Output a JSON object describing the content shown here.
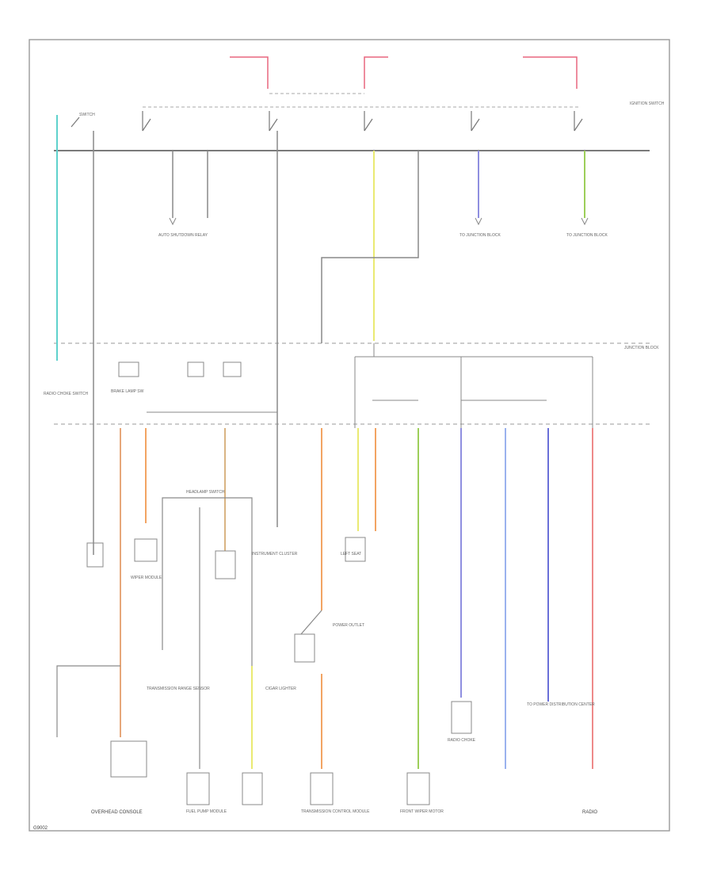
{
  "diagram": {
    "colors": {
      "border": "#9a9a9a",
      "wire_gray": "#9a9a9a",
      "wire_red": "#e8677e",
      "wire_cyan": "#5fd1cc",
      "wire_yellow": "#eaea72",
      "wire_green": "#9dcf59",
      "wire_blue": "#8f8fe0",
      "wire_light_blue": "#9ab2ee",
      "wire_dark_blue": "#6a6fd8",
      "wire_orange": "#f2a463",
      "wire_tan": "#e6a77a",
      "wire_pink": "#ee8a8a"
    },
    "labels": {
      "top_left_switch": "SWITCH",
      "top_right_header": "IGNITION SWITCH",
      "mid_right_header": "JUNCTION BLOCK",
      "bottom_center": "OVERHEAD CONSOLE",
      "bottom_right": "RADIO",
      "bottom_left_corner": "G9002",
      "mid_left_a": "RADIO CHOKE SWITCH",
      "rear_left": "BRAKE LAMP SW",
      "wiper_module": "WIPER MODULE",
      "transmission_range": "TRANSMISSION RANGE SENSOR",
      "auto_shutdown": "AUTO SHUTDOWN RELAY",
      "fuel_pump": "FUEL PUMP MODULE",
      "cigar_lighter": "CIGAR LIGHTER",
      "power_outlet": "POWER OUTLET",
      "transmission_control": "TRANSMISSION CONTROL MODULE",
      "front_wiper": "FRONT WIPER MOTOR",
      "radio_choke": "RADIO CHOKE",
      "to_junction_a": "TO JUNCTION BLOCK",
      "to_junction_b": "TO JUNCTION BLOCK",
      "to_power_dist": "TO POWER DISTRIBUTION CENTER",
      "headlamp_switch": "HEADLAMP SWITCH",
      "instrument_cluster": "INSTRUMENT CLUSTER",
      "left_seat": "LEFT SEAT"
    }
  }
}
